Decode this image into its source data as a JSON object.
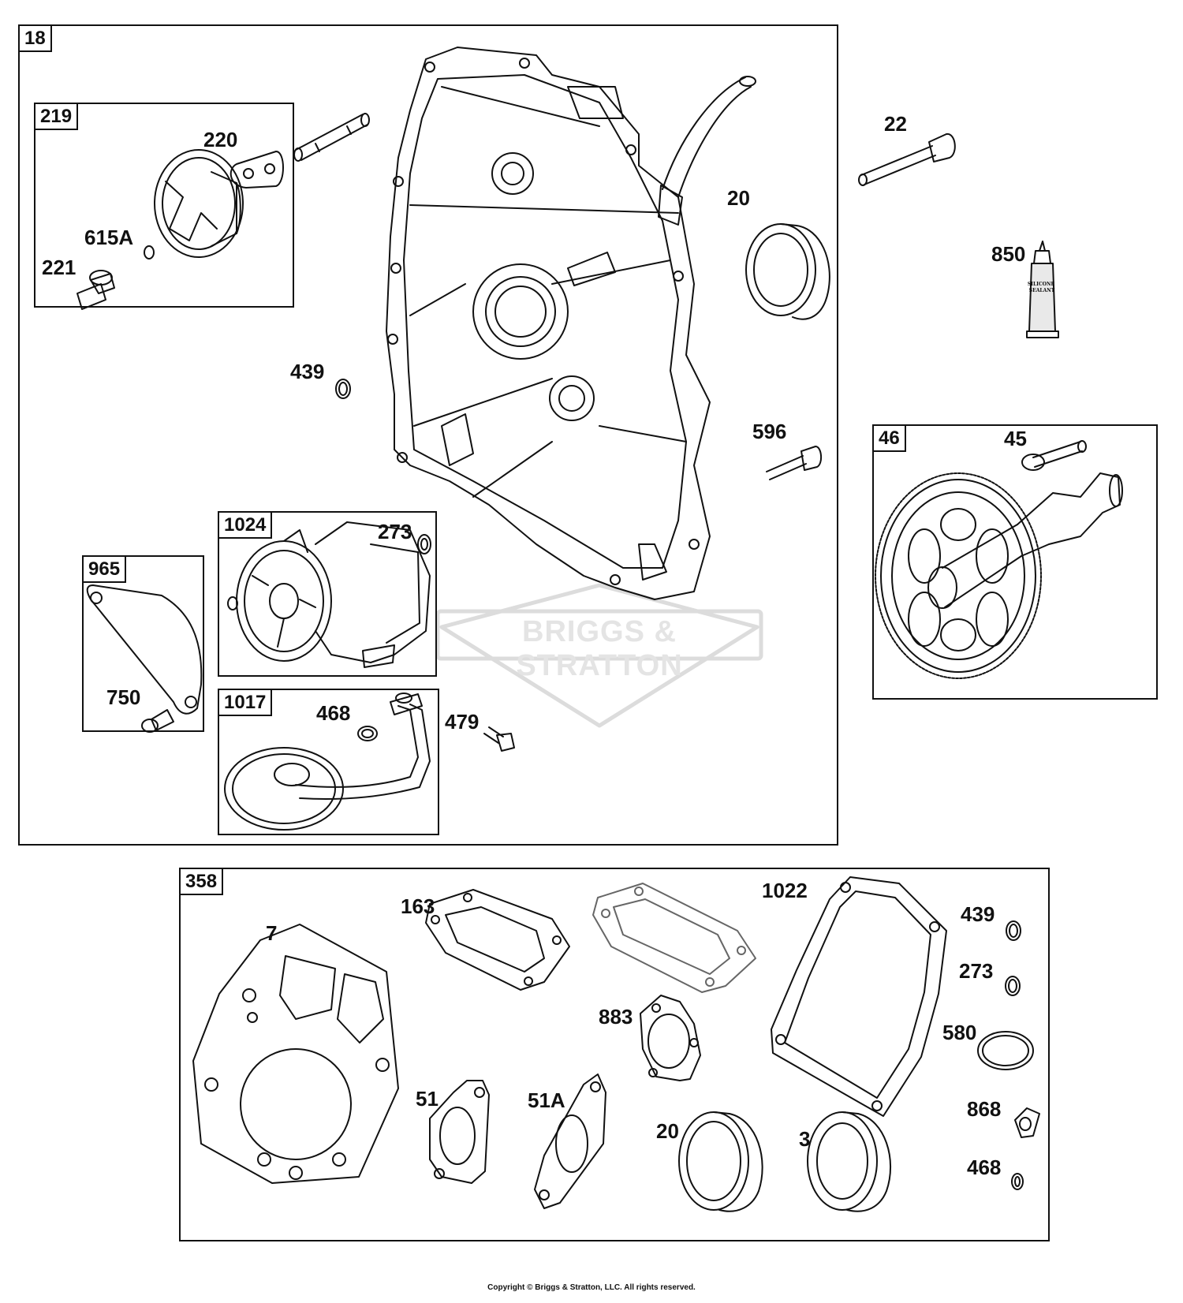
{
  "boxes": {
    "b18": "18",
    "b219": "219",
    "b1024": "1024",
    "b965": "965",
    "b1017": "1017",
    "b46": "46",
    "b358": "358"
  },
  "labels": {
    "l220": "220",
    "l615a": "615A",
    "l221": "221",
    "l439a": "439",
    "l22": "22",
    "l20a": "20",
    "l850": "850",
    "l596": "596",
    "l45": "45",
    "l273a": "273",
    "l750": "750",
    "l468a": "468",
    "l479": "479",
    "l7": "7",
    "l163": "163",
    "l1022": "1022",
    "l439b": "439",
    "l273b": "273",
    "l883": "883",
    "l580": "580",
    "l51": "51",
    "l51a": "51A",
    "l20b": "20",
    "l3": "3",
    "l868": "868",
    "l468b": "468"
  },
  "watermark": "BRIGGS & STRATTON",
  "tube_text": [
    "SILICONE",
    "SEALANT"
  ],
  "copyright": "Copyright © Briggs & Stratton, LLC. All rights reserved."
}
